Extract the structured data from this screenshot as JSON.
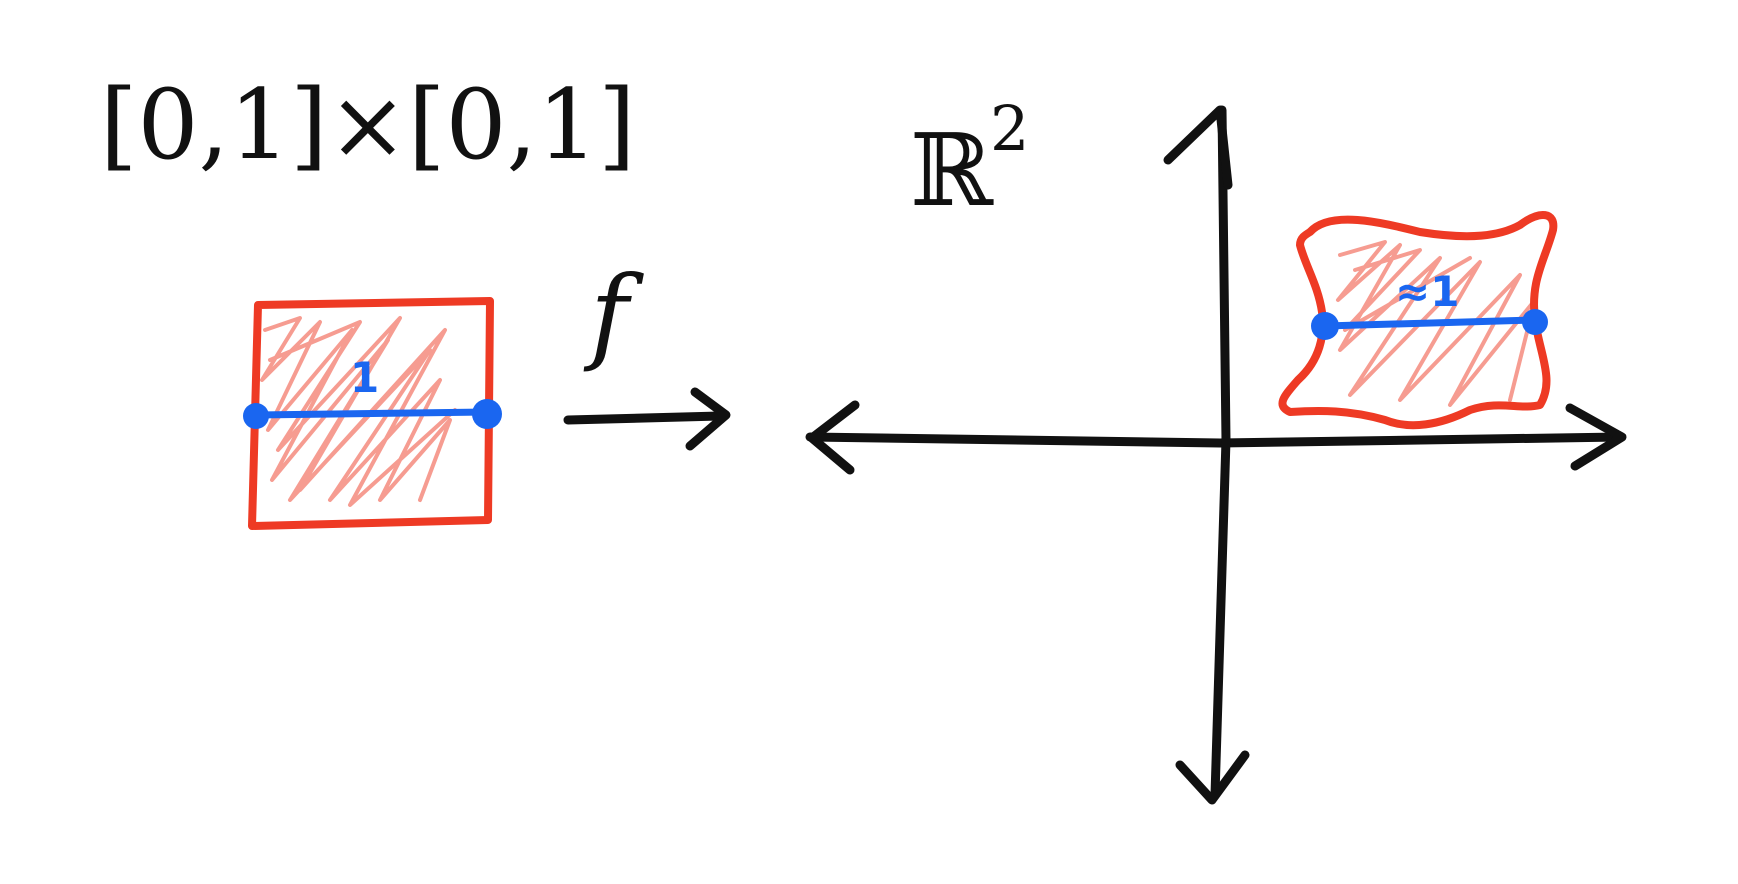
{
  "labels": {
    "domain": "[0,1]×[0,1]",
    "map": "f",
    "codomain": "ℝ",
    "codomain_power": "2",
    "segment_length": "1",
    "image_segment_length": "≈1"
  },
  "colors": {
    "ink": "#111111",
    "region": "#ee3a24",
    "segment": "#1a66f0"
  }
}
